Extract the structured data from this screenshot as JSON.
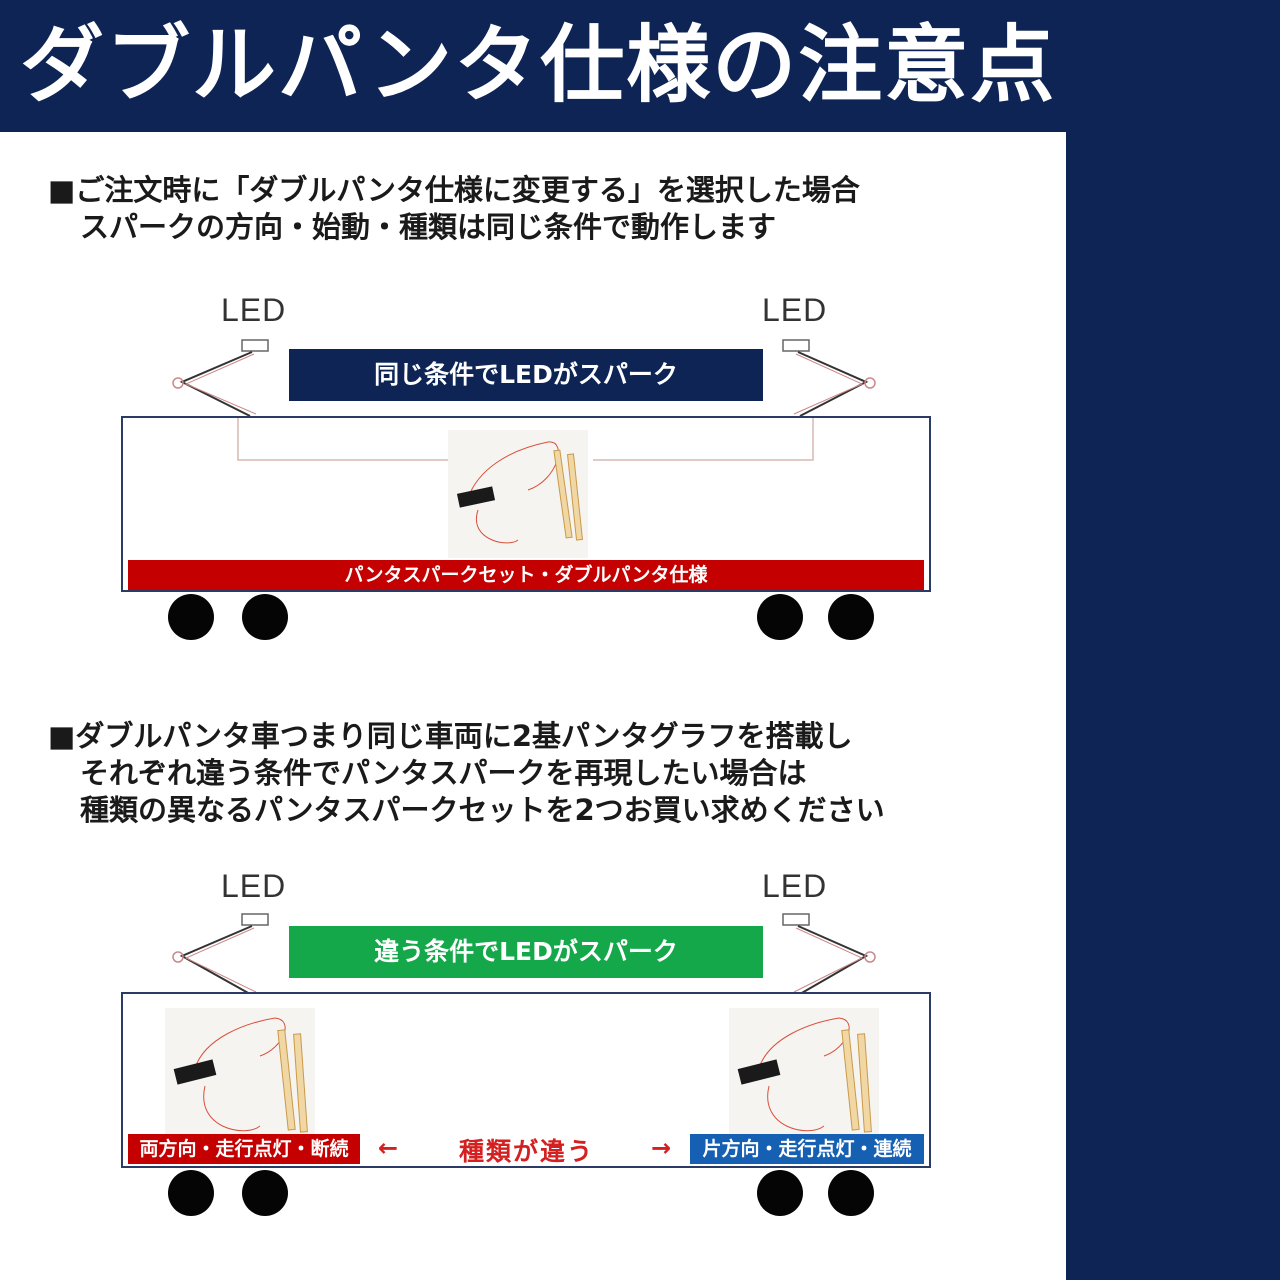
{
  "header": {
    "title": "ダブルパンタ仕様の注意点"
  },
  "section1": {
    "line1": "■ご注文時に「ダブルパンタ仕様に変更する」を選択した場合",
    "line2": "スパークの方向・始動・種類は同じ条件で動作します",
    "led_left": "LED",
    "led_right": "LED",
    "banner": "同じ条件でLEDがスパーク",
    "bar": "パンタスパークセット・ダブルパンタ仕様"
  },
  "section2": {
    "line1": "■ダブルパンタ車つまり同じ車両に2基パンタグラフを搭載し",
    "line2": "それぞれ違う条件でパンタスパークを再現したい場合は",
    "line3": "種類の異なるパンタスパークセットを2つお買い求めください",
    "led_left": "LED",
    "led_right": "LED",
    "banner": "違う条件でLEDがスパーク",
    "left_bar": "両方向・走行点灯・断続",
    "right_bar": "片方向・走行点灯・連続",
    "arrow_left": "←",
    "arrow_right": "→",
    "difference": "種類が違う"
  },
  "colors": {
    "navy": "#0d2455",
    "red": "#c40000",
    "green": "#14a84a",
    "blue": "#1560b3",
    "accent_red_text": "#d42020"
  }
}
